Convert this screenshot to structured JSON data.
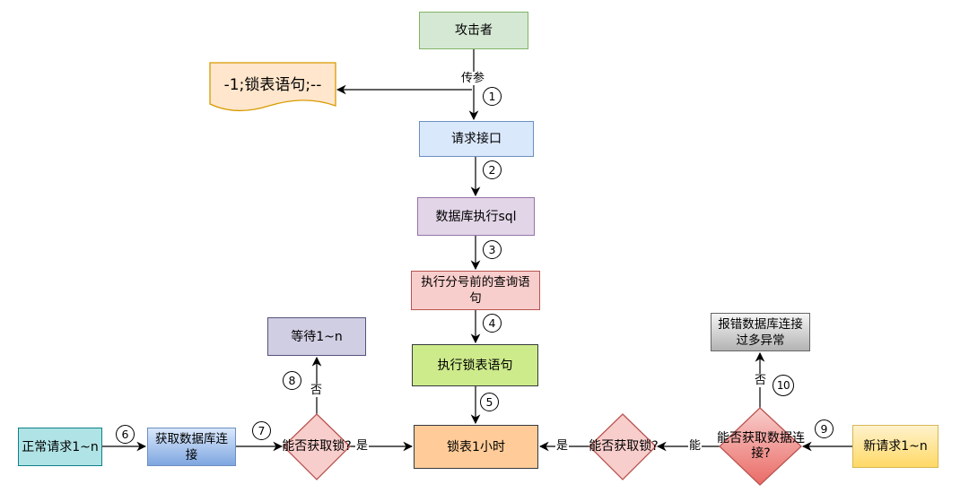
{
  "diagram": {
    "nodes": {
      "attacker": "攻击者",
      "payload_doc": "-1;锁表语句;--",
      "request_api": "请求接口",
      "db_exec_sql": "数据库执行sql",
      "exec_pre_semicolon_query": "执行分号前的查询语句",
      "exec_lock_table": "执行锁表语句",
      "lock_table_1h": "锁表1小时",
      "normal_request": "正常请求1~n",
      "get_db_connection": "获取数据库连接",
      "can_get_lock_1": "能否获取锁?",
      "wait": "等待1~n",
      "can_get_lock_2": "能否获取锁?",
      "can_get_db_connection": "能否获取数据连接?",
      "error_too_many_connections": "报错数据库连接过多异常",
      "new_request": "新请求1~n"
    },
    "edge_labels": {
      "pass_param": "传参",
      "no_wait": "否",
      "yes_lock1": "是",
      "yes_lock2": "是",
      "can_conn": "能",
      "no_error": "否"
    },
    "steps": [
      "1",
      "2",
      "3",
      "4",
      "5",
      "6",
      "7",
      "8",
      "9",
      "10"
    ],
    "colors": {
      "attacker_fill": "#d5e8d4",
      "api_fill": "#dae8fc",
      "dbexec_fill": "#e1d5e7",
      "prequery_fill": "#f8cecc",
      "locksql_fill": "#cdeb8b",
      "lock1h_fill": "#ffcc99",
      "normal_fill": "#b0e3e6",
      "wait_fill": "#d0cee2",
      "doc_fill": "#ffe6cc",
      "decision_fill": "#f8cecc",
      "decision_stroke": "#b85450"
    }
  }
}
